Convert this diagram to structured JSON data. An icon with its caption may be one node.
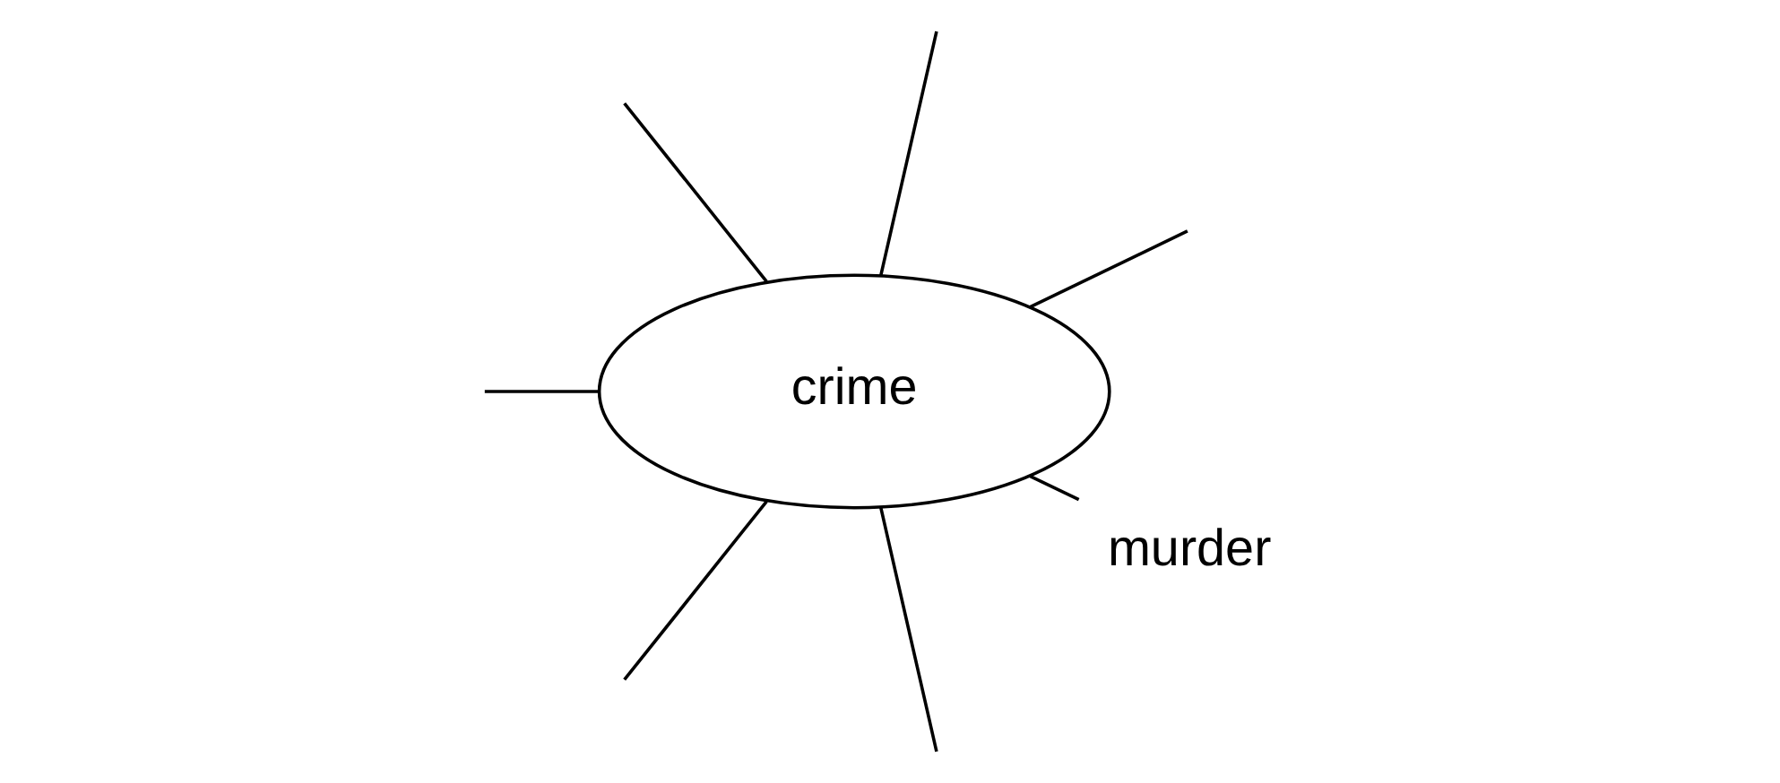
{
  "diagram": {
    "nodes": [
      {
        "text": [
          "crime"
        ]
      },
      {
        "text": [
          "murder"
        ]
      }
    ],
    "edges": [
      {
        "from": 1,
        "to": 0,
        "arrow": "none"
      },
      {
        "from": 0,
        "to": null,
        "arrow": "none"
      },
      {
        "from": 0,
        "to": null,
        "arrow": "none"
      },
      {
        "from": 0,
        "to": null,
        "arrow": "none"
      },
      {
        "from": 0,
        "to": null,
        "arrow": "none"
      },
      {
        "from": 0,
        "to": null,
        "arrow": "none"
      },
      {
        "from": 0,
        "to": null,
        "arrow": "none"
      }
    ]
  }
}
